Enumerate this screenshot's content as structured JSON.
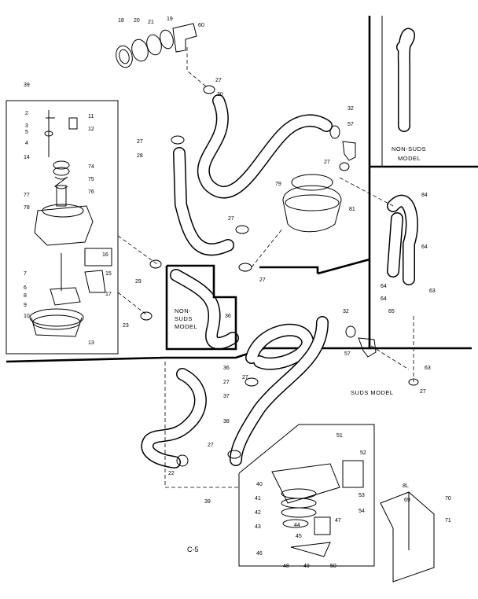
{
  "captions": {
    "non_suds_top": [
      "NON-SUDS",
      "MODEL"
    ],
    "non_suds_box": [
      "NON-",
      "SUDS",
      "MODEL"
    ],
    "suds_model": "SUDS MODEL",
    "page_id": "C-5"
  },
  "callouts": [
    {
      "text": "18"
    },
    {
      "text": "20"
    },
    {
      "text": "21"
    },
    {
      "text": "19"
    },
    {
      "text": "60"
    },
    {
      "text": "27"
    },
    {
      "text": "30"
    },
    {
      "text": "32"
    },
    {
      "text": "57"
    },
    {
      "text": "27"
    },
    {
      "text": "27"
    },
    {
      "text": "28"
    },
    {
      "text": "79"
    },
    {
      "text": "81"
    },
    {
      "text": "27"
    },
    {
      "text": "27"
    },
    {
      "text": "84"
    },
    {
      "text": "64"
    },
    {
      "text": "64"
    },
    {
      "text": "64"
    },
    {
      "text": "63"
    },
    {
      "text": "65"
    },
    {
      "text": "63"
    },
    {
      "text": "39"
    },
    {
      "text": "2"
    },
    {
      "text": "3"
    },
    {
      "text": "4"
    },
    {
      "text": "5"
    },
    {
      "text": "14"
    },
    {
      "text": "11"
    },
    {
      "text": "12"
    },
    {
      "text": "74"
    },
    {
      "text": "75"
    },
    {
      "text": "76"
    },
    {
      "text": "77"
    },
    {
      "text": "78"
    },
    {
      "text": "16"
    },
    {
      "text": "15"
    },
    {
      "text": "7"
    },
    {
      "text": "6"
    },
    {
      "text": "8"
    },
    {
      "text": "17"
    },
    {
      "text": "9"
    },
    {
      "text": "10"
    },
    {
      "text": "13"
    },
    {
      "text": "29"
    },
    {
      "text": "23"
    },
    {
      "text": "36"
    },
    {
      "text": "32"
    },
    {
      "text": "57"
    },
    {
      "text": "36"
    },
    {
      "text": "27"
    },
    {
      "text": "37"
    },
    {
      "text": "38"
    },
    {
      "text": "27"
    },
    {
      "text": "27"
    },
    {
      "text": "22"
    },
    {
      "text": "39"
    },
    {
      "text": "51"
    },
    {
      "text": "52"
    },
    {
      "text": "53"
    },
    {
      "text": "40"
    },
    {
      "text": "41"
    },
    {
      "text": "42"
    },
    {
      "text": "43"
    },
    {
      "text": "44"
    },
    {
      "text": "47"
    },
    {
      "text": "54"
    },
    {
      "text": "45"
    },
    {
      "text": "46"
    },
    {
      "text": "48"
    },
    {
      "text": "49"
    },
    {
      "text": "50"
    },
    {
      "text": "8L"
    },
    {
      "text": "69"
    },
    {
      "text": "70"
    },
    {
      "text": "71"
    },
    {
      "text": "27"
    }
  ],
  "icons": [
    "hose",
    "clamp",
    "elbow-fitting",
    "pump-assembly",
    "filter-housing",
    "valve-assembly",
    "bracket"
  ]
}
